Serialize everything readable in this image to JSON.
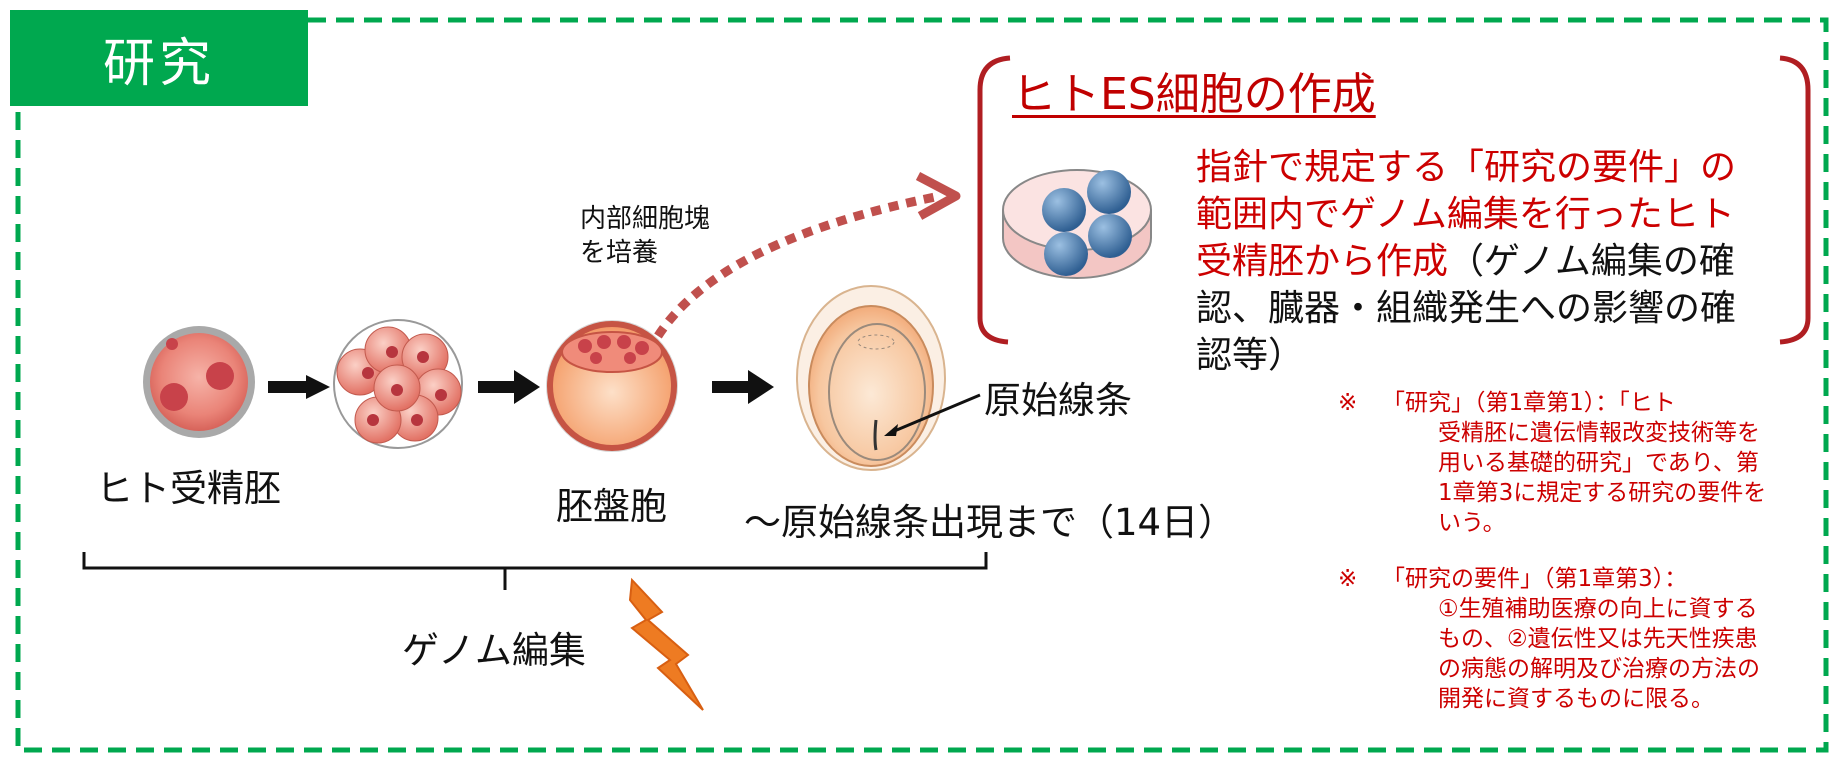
{
  "section_tab": "研究",
  "stages": {
    "fertilized_embryo": "ヒト受精胚",
    "blastocyst": "胚盤胞",
    "until_streak": "～原始線条出現まで（14日）"
  },
  "streak_label": "原始線条",
  "icm_label_line1": "内部細胞塊",
  "icm_label_line2": "を培養",
  "genome_editing": "ゲノム編集",
  "es_box": {
    "title": "ヒトES細胞の作成",
    "desc_red": "指針で規定する「研究の要件」の範囲内でゲノム編集を行ったヒト受精胚から作成",
    "desc_black": "（ゲノム編集の確認、臓器・組織発生への影響の確認等）"
  },
  "notes": [
    {
      "mark": "※",
      "first_line": "「研究」（第1章第1）：「ヒト",
      "rest": "受精胚に遺伝情報改変技術等を用いる基礎的研究」であり、第1章第3に規定する研究の要件をいう。"
    },
    {
      "mark": "※",
      "first_line": "「研究の要件」（第1章第3）：",
      "rest": "①生殖補助医療の向上に資するもの、②遺伝性又は先天性疾患の病態の解明及び治療の方法の開発に資するものに限る。"
    }
  ],
  "colors": {
    "green": "#00a84f",
    "red": "#cc0000",
    "dark_red": "#b01e22",
    "orange": "#ee7b22"
  }
}
